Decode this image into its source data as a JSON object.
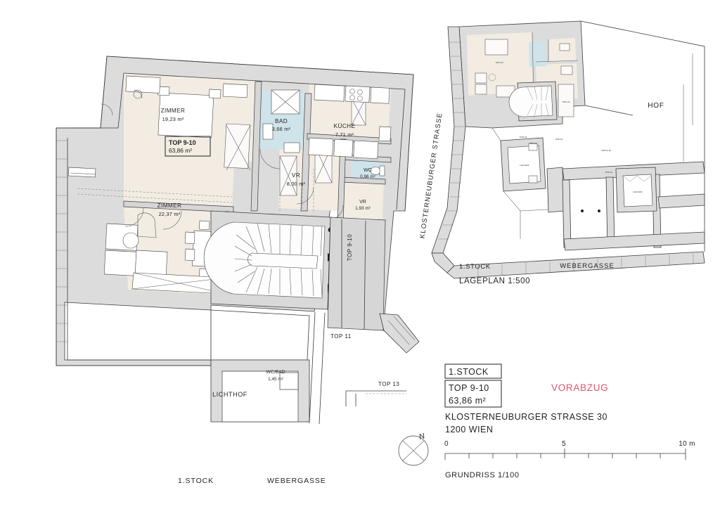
{
  "document": {
    "type": "architectural-floor-plan",
    "watermark": "VORABZUG",
    "watermark_color": "#e0566b"
  },
  "title_block": {
    "floor": "1.STOCK",
    "unit": "TOP 9-10",
    "area": "63,86 m²",
    "street": "KLOSTERNEUBURGER STRASSE 30",
    "city": "1200 WIEN",
    "drawing_type": "GRUNDRISS 1/100"
  },
  "scale_bar": {
    "start": "0",
    "mid": "5",
    "end": "10 m",
    "ticks": 10
  },
  "compass": {
    "north_label": "N"
  },
  "main_plan": {
    "unit_badge": {
      "unit": "TOP 9-10",
      "area": "63,86 m²"
    },
    "stair_unit_label": "TOP 9-10",
    "rooms": [
      {
        "name": "ZIMMER",
        "area": "19,23 m²",
        "fill": "#f2ece3"
      },
      {
        "name": "ZIMMER",
        "area": "22,37 m²",
        "fill": "#f2ece3"
      },
      {
        "name": "BAD",
        "area": "3,66 m²",
        "fill": "#cfe3ea"
      },
      {
        "name": "KÜCHE",
        "area": "7,71 m²",
        "fill": "#f2ece3"
      },
      {
        "name": "VR",
        "area": "8,00 m²",
        "fill": "#f2ece3"
      },
      {
        "name": "WC",
        "area": "0,96 m²",
        "fill": "#cfe3ea"
      },
      {
        "name": "VR",
        "area": "1,93 m²",
        "fill": "#f2ece3"
      },
      {
        "name": "WC/BAD",
        "area": "1,45 m²",
        "fill": "#ffffff"
      }
    ],
    "other_labels": {
      "lichthof": "LICHTHOF",
      "top11": "TOP 11",
      "top13": "TOP 13"
    },
    "footer": {
      "floor": "1.STOCK",
      "street": "WEBERGASSE"
    }
  },
  "site_plan": {
    "streets": {
      "left": "KLOSTERNEUBURGER STRASSE",
      "bottom": "WEBERGASSE"
    },
    "courtyard": "HOF",
    "footer": {
      "floor": "1.STOCK",
      "caption": "LAGEPLAN 1:500"
    },
    "small_labels": [
      "TOP 11",
      "TOP 13",
      "TOP 9-10",
      "LICHTHOF"
    ]
  }
}
